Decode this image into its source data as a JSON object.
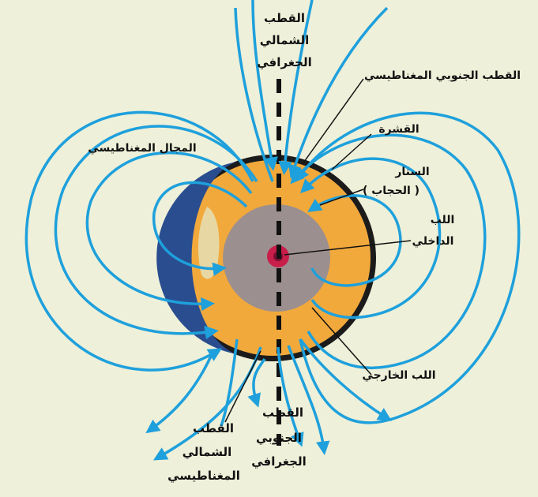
{
  "labels": {
    "geo_north_l1": "القطب",
    "geo_north_l2": "الشمالي",
    "geo_north_l3": "الجغرافي",
    "mag_south": "القطب الجنوبي المغناطيسي",
    "crust": "القشرة",
    "mantle_l1": "الستار",
    "mantle_l2": "( الحجاب )",
    "inner_core_l1": "اللب",
    "inner_core_l2": "الداخلي",
    "magnetic_field": "المجال المغناطيسي",
    "outer_core": "اللب الخارجي",
    "mag_north_l1": "القطب",
    "mag_north_l2": "الشمالي",
    "mag_north_l3": "المغناطيسي",
    "geo_south_l1": "القطب",
    "geo_south_l2": "الجنوبي",
    "geo_south_l3": "الجغرافي"
  },
  "colors": {
    "background": "#eef0d9",
    "field_lines": "#1ea0dc",
    "crust_ring": "#1b1b1b",
    "mantle": "#f2a93b",
    "outer_core": "#9c8f8f",
    "inner_core": "#c81e4a",
    "axis": "#111111"
  }
}
